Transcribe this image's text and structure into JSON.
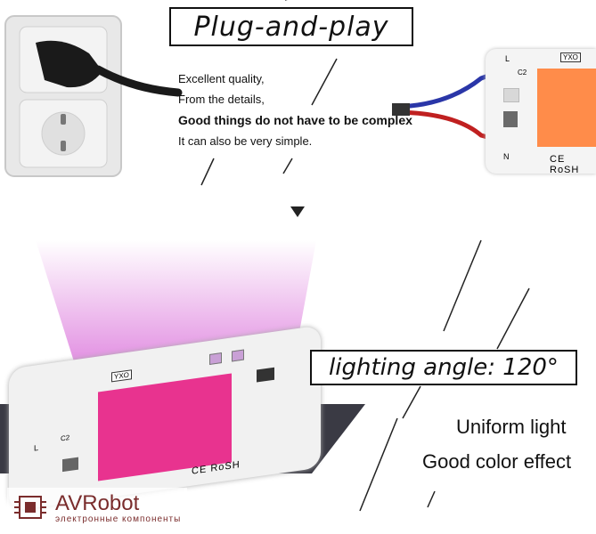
{
  "header": {
    "title": "Plug-and-play"
  },
  "description": {
    "line1": "Excellent quality,",
    "line2": "From the details,",
    "line3": "Good things do not have to be complex",
    "line4": "It can also be very simple."
  },
  "lighting": {
    "title": "lighting angle: 120°",
    "feature1": "Uniform light",
    "feature2": "Good color effect"
  },
  "board_top": {
    "label_l": "L",
    "label_n": "N",
    "label_c2": "C2",
    "cert": "CE RoSH",
    "brand": "YXO"
  },
  "board_bottom": {
    "label_l": "L",
    "label_c2": "C2",
    "cert": "CE RoSH",
    "brand": "YXO"
  },
  "watermark": {
    "brand": "AVRobot",
    "subtitle": "электронные компоненты"
  },
  "colors": {
    "led_orange": "#ff8c4a",
    "beam_magenta": "#d04bd0",
    "wire_blue": "#2a36a8",
    "wire_red": "#c02020",
    "logo": "#7a2c2c"
  },
  "icons": {
    "arrow": "down-triangle-icon",
    "socket": "power-socket-icon",
    "plug": "power-plug-icon",
    "chip": "chip-logo-icon"
  }
}
